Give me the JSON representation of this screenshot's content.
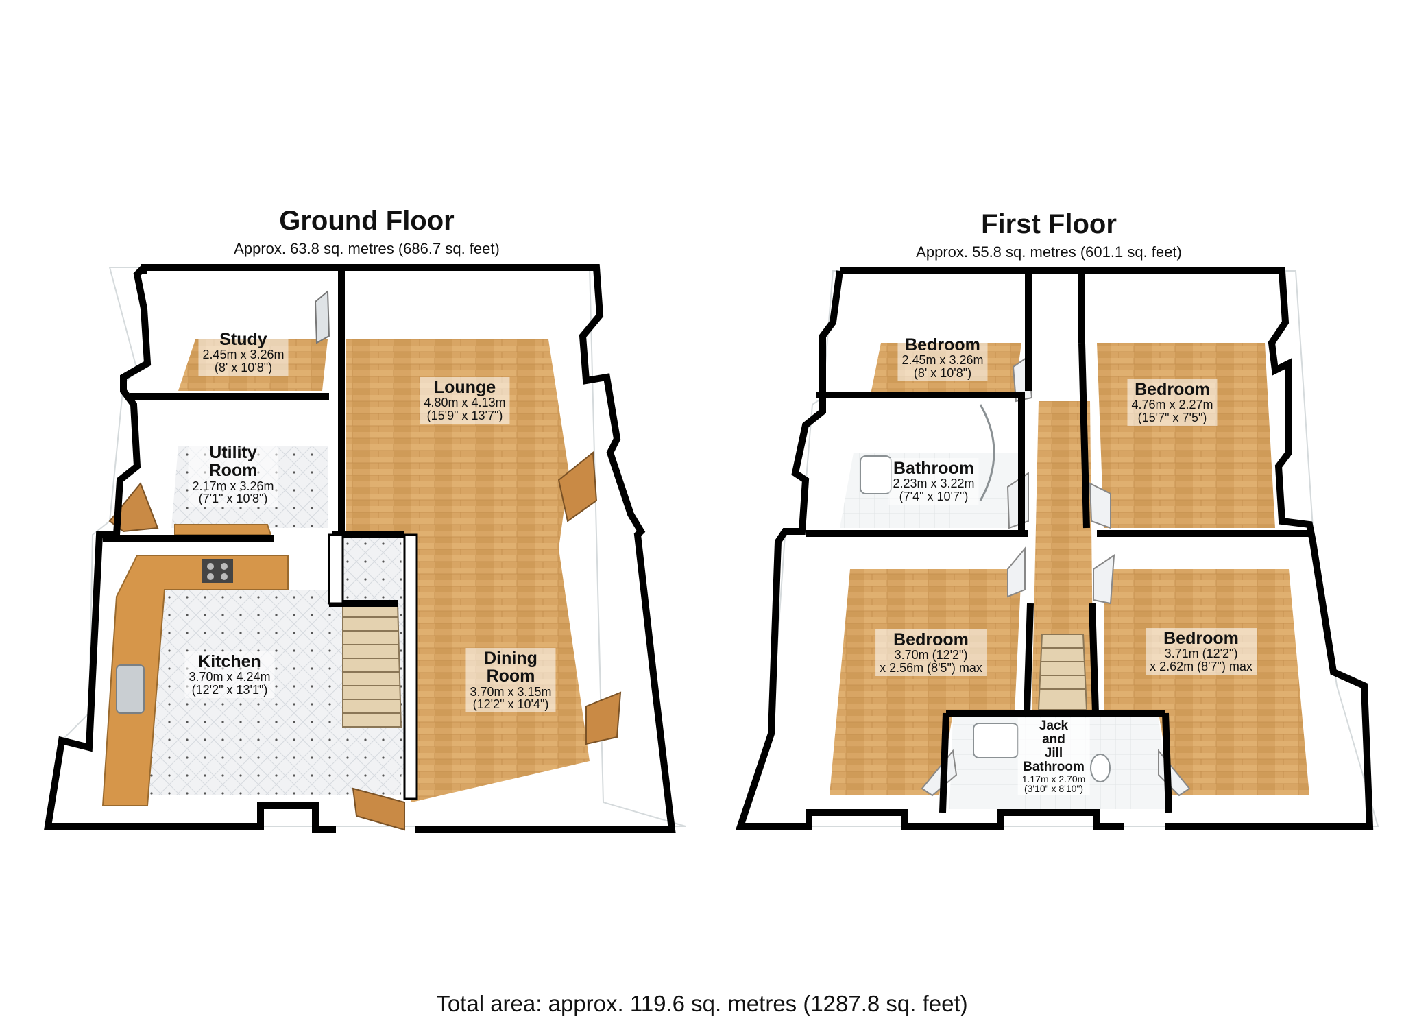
{
  "floors": [
    {
      "title": "Ground Floor",
      "area": "Approx. 63.8 sq. metres (686.7 sq. feet)"
    },
    {
      "title": "First Floor",
      "area": "Approx. 55.8 sq. metres (601.1 sq. feet)"
    }
  ],
  "rooms": {
    "study": {
      "name": "Study",
      "dim": "2.45m x 3.26m",
      "imp": "(8' x 10'8\")"
    },
    "lounge": {
      "name": "Lounge",
      "dim": "4.80m x 4.13m",
      "imp": "(15'9\" x 13'7\")"
    },
    "utility": {
      "name": "Utility\nRoom",
      "dim": "2.17m x 3.26m",
      "imp": "(7'1\" x 10'8\")"
    },
    "kitchen": {
      "name": "Kitchen",
      "dim": "3.70m x 4.24m",
      "imp": "(12'2\" x 13'1\")"
    },
    "dining": {
      "name": "Dining\nRoom",
      "dim": "3.70m x 3.15m",
      "imp": "(12'2\" x 10'4\")"
    },
    "bed1": {
      "name": "Bedroom",
      "dim": "2.45m x 3.26m",
      "imp": "(8' x 10'8\")"
    },
    "bed2": {
      "name": "Bedroom",
      "dim": "4.76m x 2.27m",
      "imp": "(15'7\" x 7'5\")"
    },
    "bath": {
      "name": "Bathroom",
      "dim": "2.23m x 3.22m",
      "imp": "(7'4\" x 10'7\")"
    },
    "bed3": {
      "name": "Bedroom",
      "dim": "3.70m (12'2\")",
      "imp": "x 2.56m (8'5\") max"
    },
    "bed4": {
      "name": "Bedroom",
      "dim": "3.71m (12'2\")",
      "imp": "x 2.62m (8'7\") max"
    },
    "jj": {
      "name": "Jack\nand\nJill\nBathroom",
      "dim": "1.17m x 2.70m",
      "imp": "(3'10\" x 8'10\")"
    }
  },
  "total": "Total area: approx. 119.6 sq. metres (1287.8 sq. feet)",
  "colors": {
    "wood": "#d9a866",
    "tile": "#eef0f2",
    "wall": "#000000",
    "worktop": "#d6964a"
  }
}
